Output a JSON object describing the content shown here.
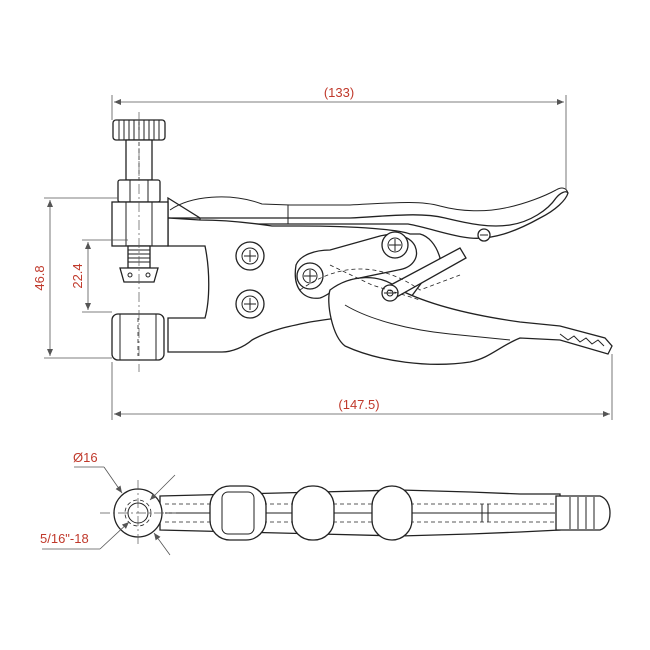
{
  "dimensions": {
    "overall_top": "(133)",
    "overall_bottom": "(147.5)",
    "height_total": "46.8",
    "height_spindle": "22.4",
    "diameter": "Ø16",
    "thread": "5/16\"-18"
  },
  "colors": {
    "dimension_text": "#c0392b",
    "line": "#222222",
    "dimension_line": "#555555",
    "background": "#ffffff"
  }
}
